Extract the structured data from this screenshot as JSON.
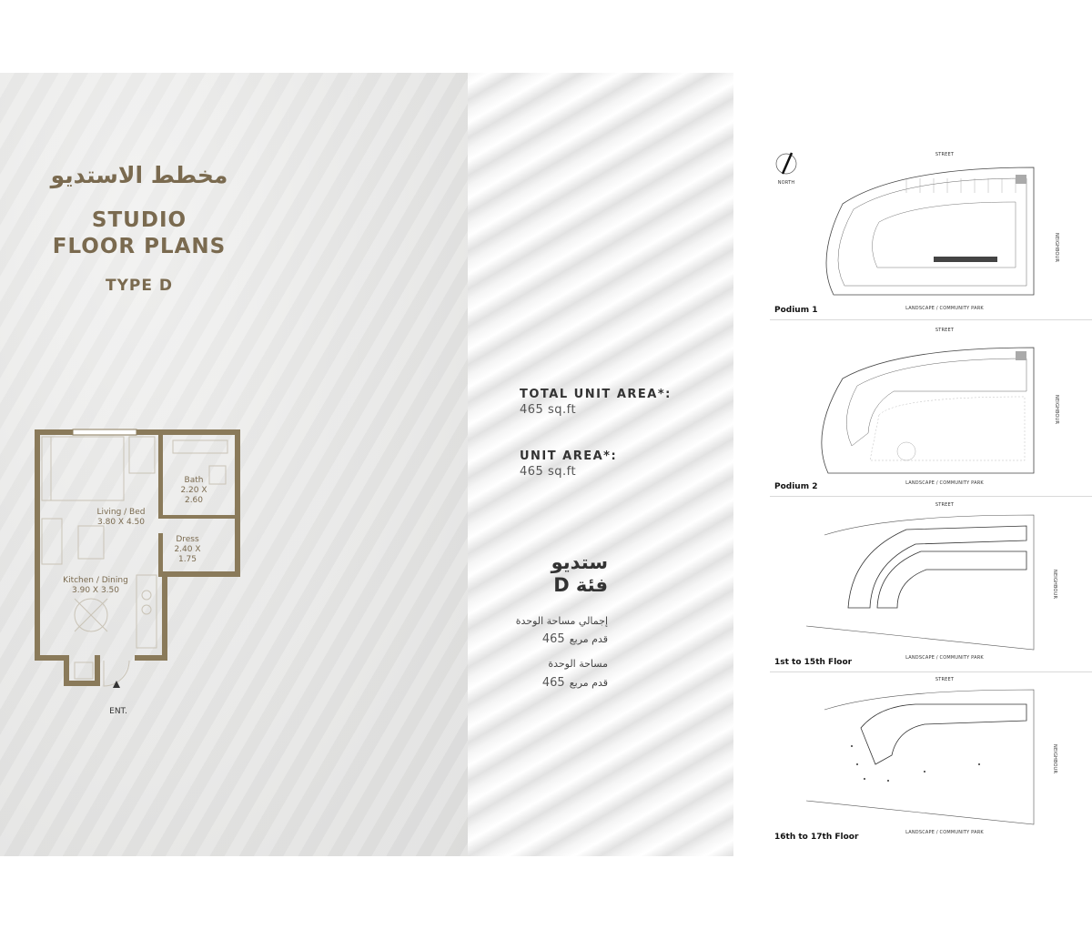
{
  "title": {
    "arabic": "مخطط الاستديو",
    "english_line1": "STUDIO",
    "english_line2": "FLOOR PLANS",
    "type": "TYPE D"
  },
  "plan": {
    "rooms": [
      {
        "name": "Living / Bed",
        "dims": "3.80 X 4.50"
      },
      {
        "name": "Bath",
        "dims_line1": "2.20 X",
        "dims_line2": "2.60"
      },
      {
        "name": "Dress",
        "dims_line1": "2.40 X",
        "dims_line2": "1.75"
      },
      {
        "name": "Kitchen / Dining",
        "dims": "3.90 X 3.50"
      }
    ],
    "entrance": "ENT."
  },
  "areas": {
    "total_label": "TOTAL UNIT AREA*:",
    "total_value": "465 sq.ft",
    "unit_label": "UNIT AREA*:",
    "unit_value": "465 sq.ft"
  },
  "arabic_info": {
    "studio": "ستديو",
    "category": "فئة D",
    "total_label": "إجمالي مساحة الوحدة",
    "total_value": "465",
    "total_unit": "قدم مربع",
    "unit_label": "مساحة الوحدة",
    "unit_value": "465",
    "unit_unit": "قدم مربع"
  },
  "floors": {
    "north": "NORTH",
    "street": "STREET",
    "neighbour": "NEIGHBOUR",
    "landscape": "LANDSCAPE / COMMUNITY PARK",
    "items": [
      {
        "title": "Podium 1"
      },
      {
        "title": "Podium 2"
      },
      {
        "title": "1st to 15th Floor"
      },
      {
        "title": "16th to 17th Floor"
      }
    ]
  },
  "colors": {
    "gold": "#7a6a4f",
    "wall": "#8a7a5a"
  }
}
